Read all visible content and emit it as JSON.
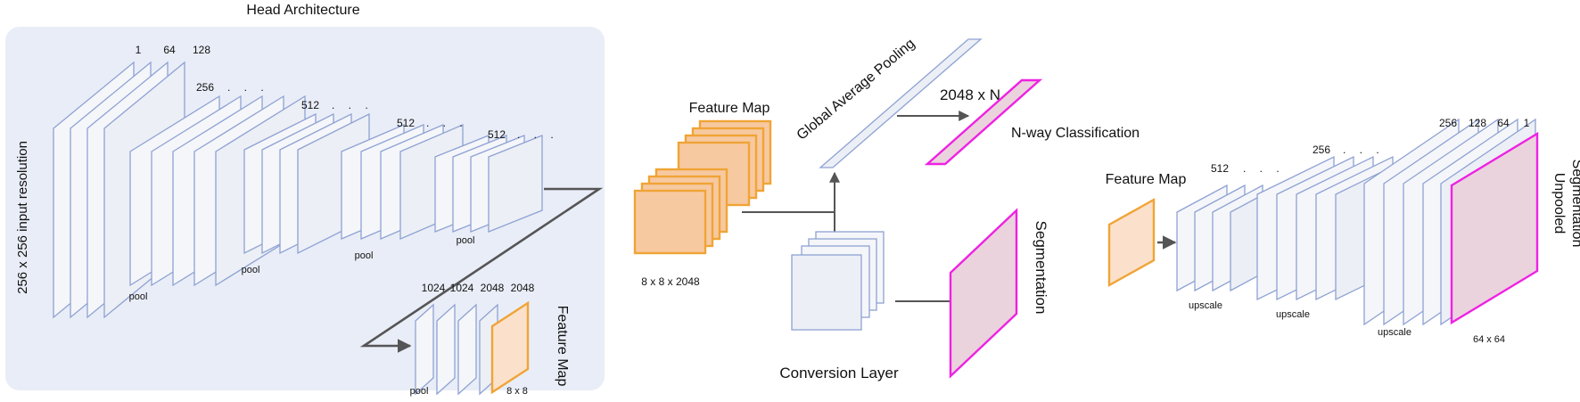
{
  "head": {
    "title": "Head Architecture",
    "input_label": "256 x 256",
    "input_label2": "input resolution",
    "ch_1": "1",
    "ch_64": "64",
    "ch_128": "128",
    "ch_256": "256",
    "ch_512a": "512",
    "ch_512b": "512",
    "ch_512c": "512",
    "dots": ". . .",
    "pool": "pool",
    "ch_1024a": "1024",
    "ch_1024b": "1024",
    "ch_2048a": "2048",
    "ch_2048b": "2048",
    "feature_map": "Feature Map",
    "size": "8 x 8"
  },
  "middle": {
    "feature_map": "Feature Map",
    "feature_size": "8 x 8 x 2048",
    "gap": "Global Average Pooling",
    "dims": "2048 x N",
    "classification": "N-way Classification",
    "conversion": "Conversion Layer",
    "segmentation": "Segmentation"
  },
  "decoder": {
    "feature_map": "Feature Map",
    "ch_512": "512",
    "ch_256a": "256",
    "ch_256b": "256",
    "ch_128": "128",
    "ch_64": "64",
    "ch_1": "1",
    "dots": ". . .",
    "upscale": "upscale",
    "size": "64 x 64",
    "output": "Unpooled",
    "output2": "Segmentation"
  },
  "colors": {
    "panel": "#e9edf7",
    "slab_stroke": "#8ea2d3",
    "feature_orange": "#f0a436",
    "segmentation_magenta": "#ee22e2"
  }
}
